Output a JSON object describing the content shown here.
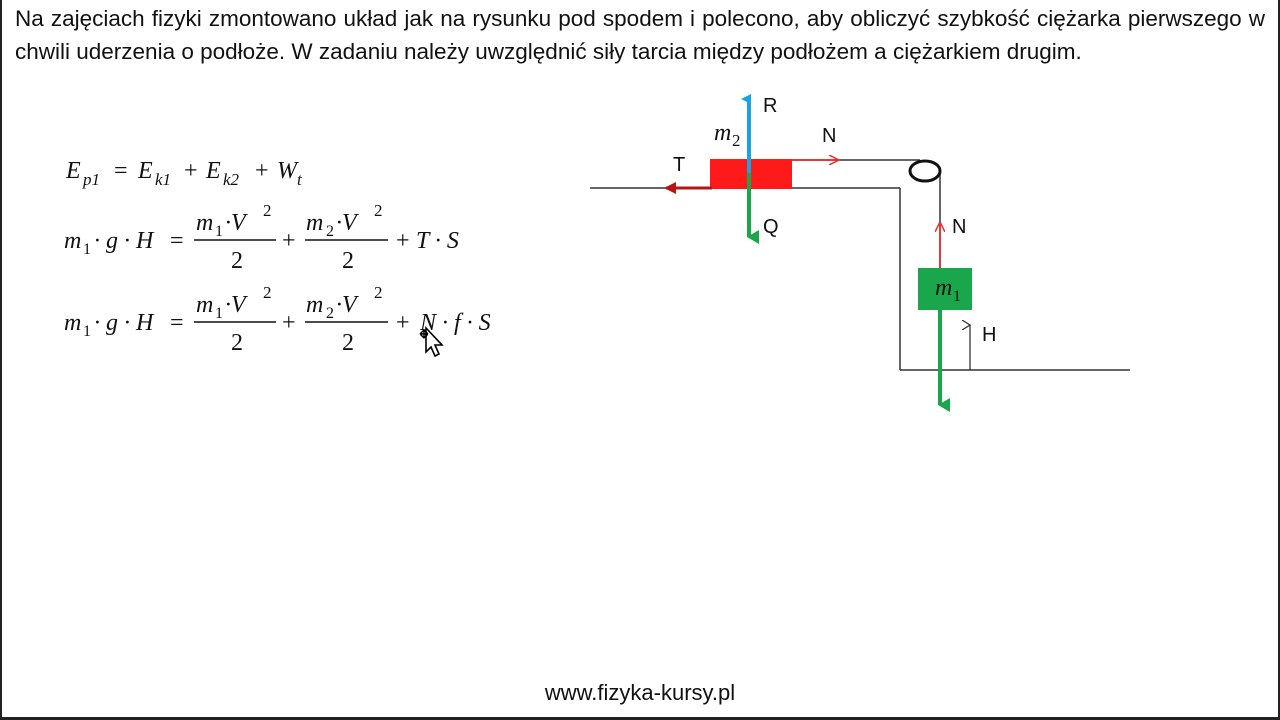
{
  "problem": {
    "text": "Na zajęciach fizyki zmontowano układ jak na rysunku pod spodem i polecono, aby obliczyć szybkość ciężarka pierwszego w chwili uderzenia o podłoże. W zadaniu należy uwzględnić siły tarcia między podłożem a ciężarkiem drugim."
  },
  "equations": {
    "eq1": {
      "lhs_main": "E",
      "lhs_sub": "p1",
      "eq": "=",
      "t1_main": "E",
      "t1_sub": "k1",
      "plus1": "+",
      "t2_main": "E",
      "t2_sub": "k2",
      "plus2": "+",
      "t3_main": "W",
      "t3_sub": "t"
    },
    "eq2": {
      "lhs": "m",
      "lhs_sub": "1",
      "dot_g": "· g · H",
      "eq": "=",
      "frac1_num_m": "m",
      "frac1_num_sub": "1",
      "frac1_num_v": "·V",
      "frac1_num_exp": "2",
      "frac1_den": "2",
      "plus1": "+",
      "frac2_num_m": "m",
      "frac2_num_sub": "2",
      "frac2_num_v": "·V",
      "frac2_num_exp": "2",
      "frac2_den": "2",
      "plus2": "+",
      "tail": "T · S"
    },
    "eq3": {
      "lhs": "m",
      "lhs_sub": "1",
      "dot_g": "· g · H",
      "eq": "=",
      "frac1_num_m": "m",
      "frac1_num_sub": "1",
      "frac1_num_v": "·V",
      "frac1_num_exp": "2",
      "frac1_den": "2",
      "plus1": "+",
      "frac2_num_m": "m",
      "frac2_num_sub": "2",
      "frac2_num_v": "·V",
      "frac2_num_exp": "2",
      "frac2_den": "2",
      "plus2": "+",
      "tail": "N · f · S"
    }
  },
  "diagram": {
    "label_R": "R",
    "label_m2": "m",
    "label_m2_sub": "2",
    "label_N_top": "N",
    "label_T": "T",
    "label_Q": "Q",
    "label_N_right": "N",
    "label_m1": "m",
    "label_m1_sub": "1",
    "label_H": "H",
    "colors": {
      "block_m2": "#ff1a1a",
      "block_m1": "#1aa64a",
      "arrow_R": "#1aa3e0",
      "arrow_Q": "#1aa64a",
      "arrow_T": "#b81414",
      "arrow_N": "#e83030",
      "arrow_gravity_m1": "#1aa64a",
      "lines": "#333333"
    }
  },
  "footer": {
    "url": "www.fizyka-kursy.pl"
  },
  "cursor": {
    "icon": "move-cursor-icon"
  }
}
